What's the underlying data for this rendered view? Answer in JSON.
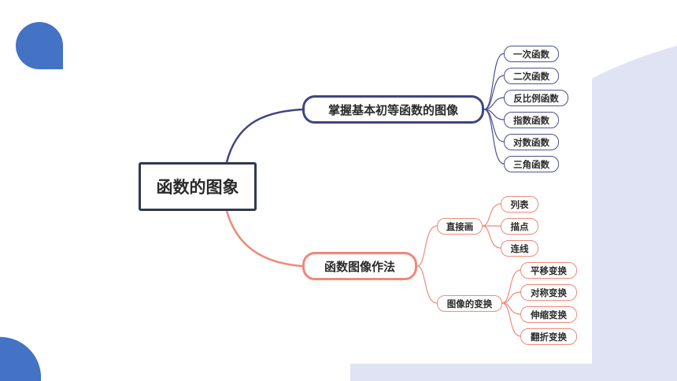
{
  "colors": {
    "blue_branch": "#3f4583",
    "red_branch": "#f08878",
    "bg_shape": "#dfe3f4",
    "accent_circle": "#4472c4"
  },
  "mindmap": {
    "root": "函数的图象",
    "branch_upper": {
      "label": "掌握基本初等函数的图像",
      "children": [
        "一次函数",
        "二次函数",
        "反比例函数",
        "指数函数",
        "对数函数",
        "三角函数"
      ]
    },
    "branch_lower": {
      "label": "函数图像作法",
      "direct": {
        "label": "直接画",
        "children": [
          "列表",
          "描点",
          "连线"
        ]
      },
      "transform": {
        "label": "图像的变换",
        "children": [
          "平移变换",
          "对称变换",
          "伸缩变换",
          "翻折变换"
        ]
      }
    }
  }
}
